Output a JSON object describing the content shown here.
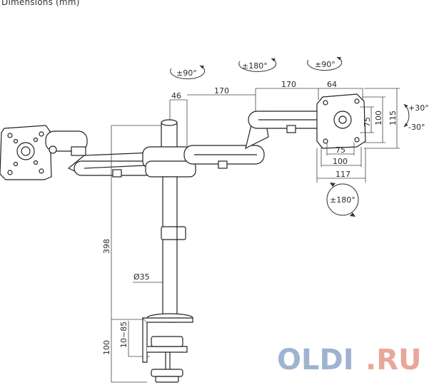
{
  "title": "Dimensions (mm)",
  "rotations": {
    "arm_left": "±90°",
    "arm_center": "±180°",
    "arm_right": "±90°",
    "screen": "±180°",
    "tilt_up": "+30°",
    "tilt_down": "-30°"
  },
  "dimensions": {
    "pole_offset": "46",
    "arm_segment_1": "170",
    "arm_segment_2": "170",
    "head_depth": "64",
    "vesa_75_h": "75",
    "vesa_100_h": "100",
    "plate_height": "115",
    "vesa_75_w": "75",
    "vesa_100_w": "100",
    "plate_width": "117",
    "pole_height": "398",
    "pole_diameter": "Ø35",
    "clamp_range": "10~85",
    "clamp_height": "100"
  },
  "watermark": {
    "part1": "OLDI",
    "part2": ".RU",
    "color1": "#9fb3d1",
    "color2": "#e8a79a"
  }
}
